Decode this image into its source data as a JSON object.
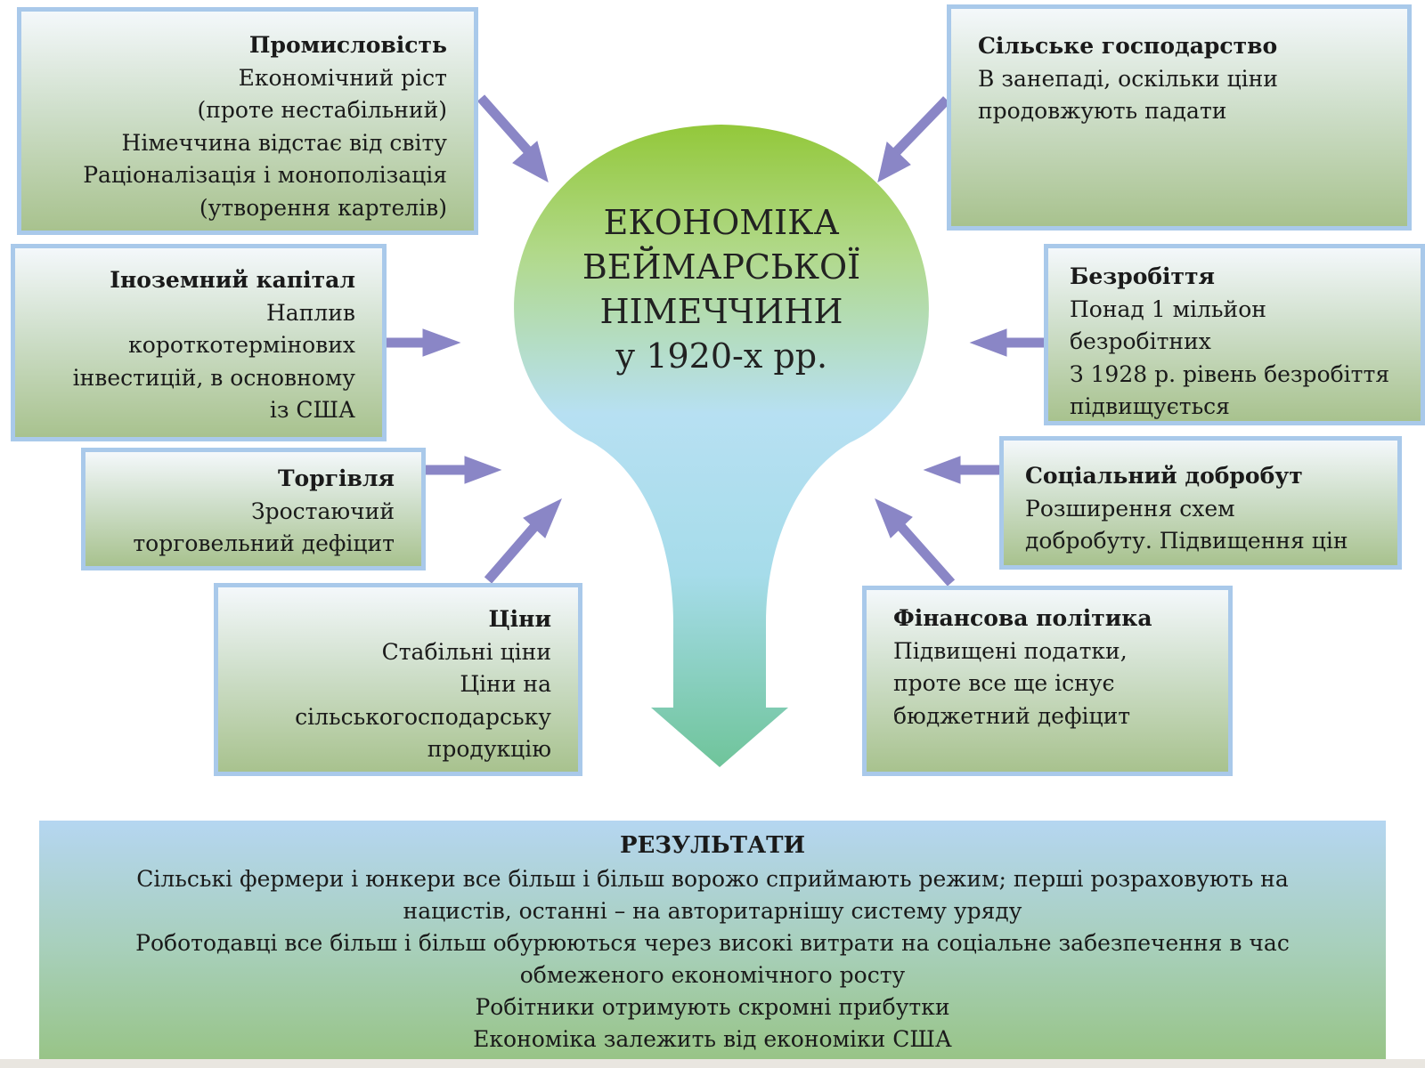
{
  "center": {
    "line1": "ЕКОНОМІКА",
    "line2": "ВЕЙМАРСЬКОЇ",
    "line3": "НІМЕЧЧИНИ",
    "line4": "у 1920-х рр."
  },
  "boxes": {
    "industry": {
      "title": "Промисловість",
      "lines": [
        "Економічний ріст",
        "(проте нестабільний)",
        "Німеччина відстає від світу",
        "Раціоналізація і монополізація",
        "(утворення картелів)"
      ]
    },
    "foreign_capital": {
      "title": "Іноземний капітал",
      "lines": [
        "Наплив",
        "короткотермінових",
        "інвестицій, в основному",
        "із США"
      ]
    },
    "trade": {
      "title": "Торгівля",
      "lines": [
        "Зростаючий",
        "торговельний дефіцит"
      ]
    },
    "prices": {
      "title": "Ціни",
      "lines": [
        "Стабільні ціни",
        "Ціни на",
        "сільськогосподарську",
        "продукцію"
      ]
    },
    "agriculture": {
      "title": "Сільське господарство",
      "lines": [
        "В занепаді, оскільки ціни",
        "продовжують падати"
      ]
    },
    "unemployment": {
      "title": "Безробіття",
      "lines": [
        "Понад 1 мільйон",
        "безробітних",
        "З 1928 р. рівень безробіття",
        "підвищується"
      ]
    },
    "welfare": {
      "title": "Соціальний добробут",
      "lines": [
        "Розширення схем",
        "добробуту. Підвищення цін"
      ]
    },
    "finance": {
      "title": "Фінансова політика",
      "lines": [
        "Підвищені податки,",
        "проте все ще існує",
        "бюджетний дефіцит"
      ]
    }
  },
  "results": {
    "title": "РЕЗУЛЬТАТИ",
    "lines": [
      "Сільські фермери і юнкери все більш і більш ворожо сприймають режим; перші розраховують на",
      "нацистів, останні – на авторитарнішу систему уряду",
      "Роботодавці все більш і більш обурюються через високі витрати на соціальне забезпечення в час",
      "обмеженого економічного росту",
      "Робітники отримують скромні прибутки",
      "Економіка залежить від економіки США"
    ]
  },
  "colors": {
    "box_border": "#a9c9ea",
    "arrow": "#8a86c6",
    "bulb_top": "#93c83a",
    "bulb_mid": "#b7e0f2",
    "bulb_bottom": "#6fc49a"
  }
}
